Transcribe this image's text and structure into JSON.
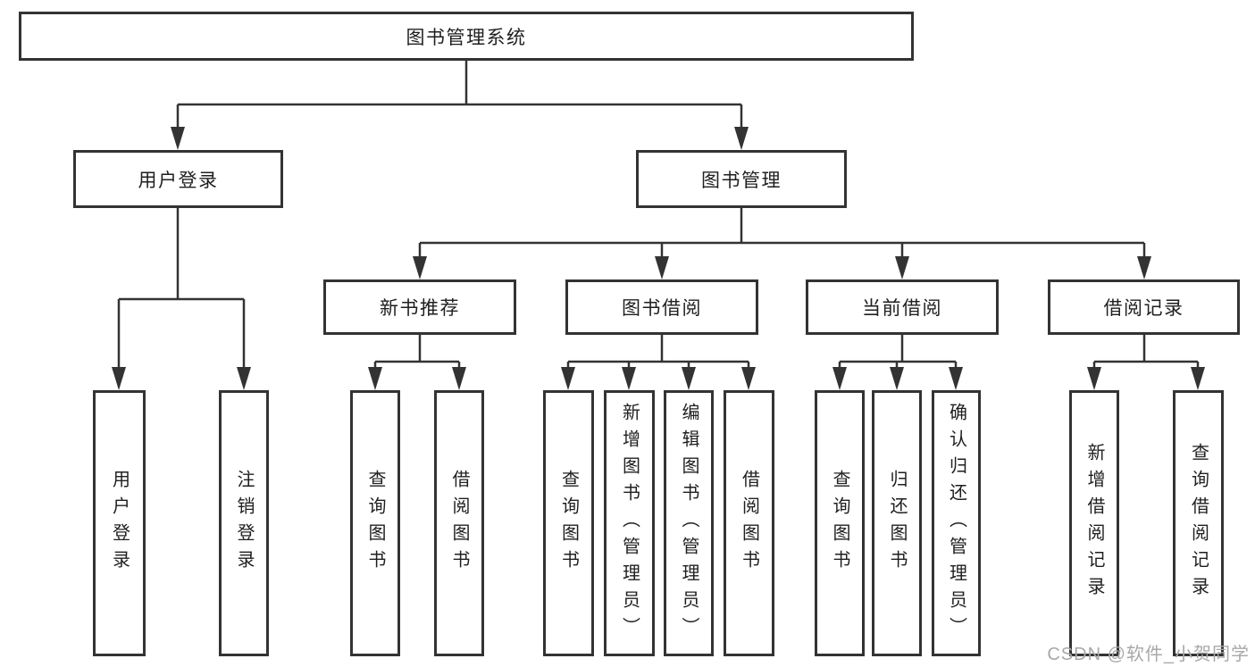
{
  "diagram": {
    "watermark": "CSDN @软件_小贺同学",
    "colors": {
      "line": "#333333",
      "text": "#1f1f1f",
      "background": "#ffffff",
      "watermark": "#a8a8a8"
    },
    "tree": {
      "label": "图书管理系统",
      "children": [
        {
          "label": "用户登录",
          "children": [
            {
              "label": "用户登录"
            },
            {
              "label": "注销登录"
            }
          ]
        },
        {
          "label": "图书管理",
          "children": [
            {
              "label": "新书推荐",
              "children": [
                {
                  "label": "查询图书"
                },
                {
                  "label": "借阅图书"
                }
              ]
            },
            {
              "label": "图书借阅",
              "children": [
                {
                  "label": "查询图书"
                },
                {
                  "label": "新增图书（管理员）"
                },
                {
                  "label": "编辑图书（管理员）"
                },
                {
                  "label": "借阅图书"
                }
              ]
            },
            {
              "label": "当前借阅",
              "children": [
                {
                  "label": "查询图书"
                },
                {
                  "label": "归还图书"
                },
                {
                  "label": "确认归还（管理员）"
                }
              ]
            },
            {
              "label": "借阅记录",
              "children": [
                {
                  "label": "新增借阅记录"
                },
                {
                  "label": "查询借阅记录"
                }
              ]
            }
          ]
        }
      ]
    }
  }
}
